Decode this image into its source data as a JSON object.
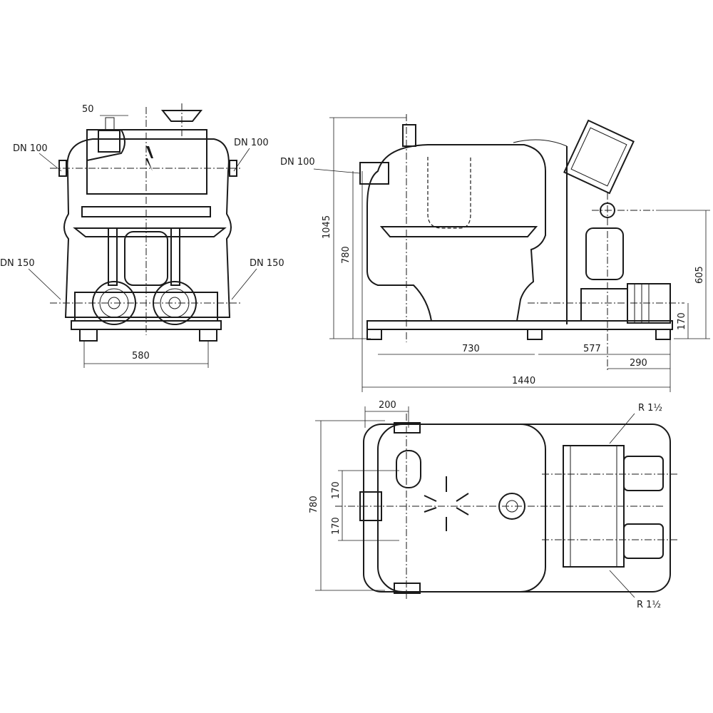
{
  "front_view": {
    "dim_top_pipe": "50",
    "inlet_left": "DN 100",
    "inlet_right": "DN 100",
    "outlet_left": "DN 150",
    "outlet_right": "DN 150",
    "dim_width": "580"
  },
  "side_view": {
    "inlet": "DN 100",
    "dim_total_height": "1045",
    "dim_inlet_height": "780",
    "dim_tank_length": "730",
    "dim_pump_length": "577",
    "dim_pump_offset": "290",
    "dim_total_length": "1440",
    "dim_control_height": "605",
    "dim_pump_height": "170"
  },
  "top_view": {
    "dim_inlet_offset": "200",
    "dim_depth": "780",
    "dim_upper_offset": "170",
    "dim_lower_offset": "170",
    "connection_top": "R 1½",
    "connection_bottom": "R 1½"
  }
}
